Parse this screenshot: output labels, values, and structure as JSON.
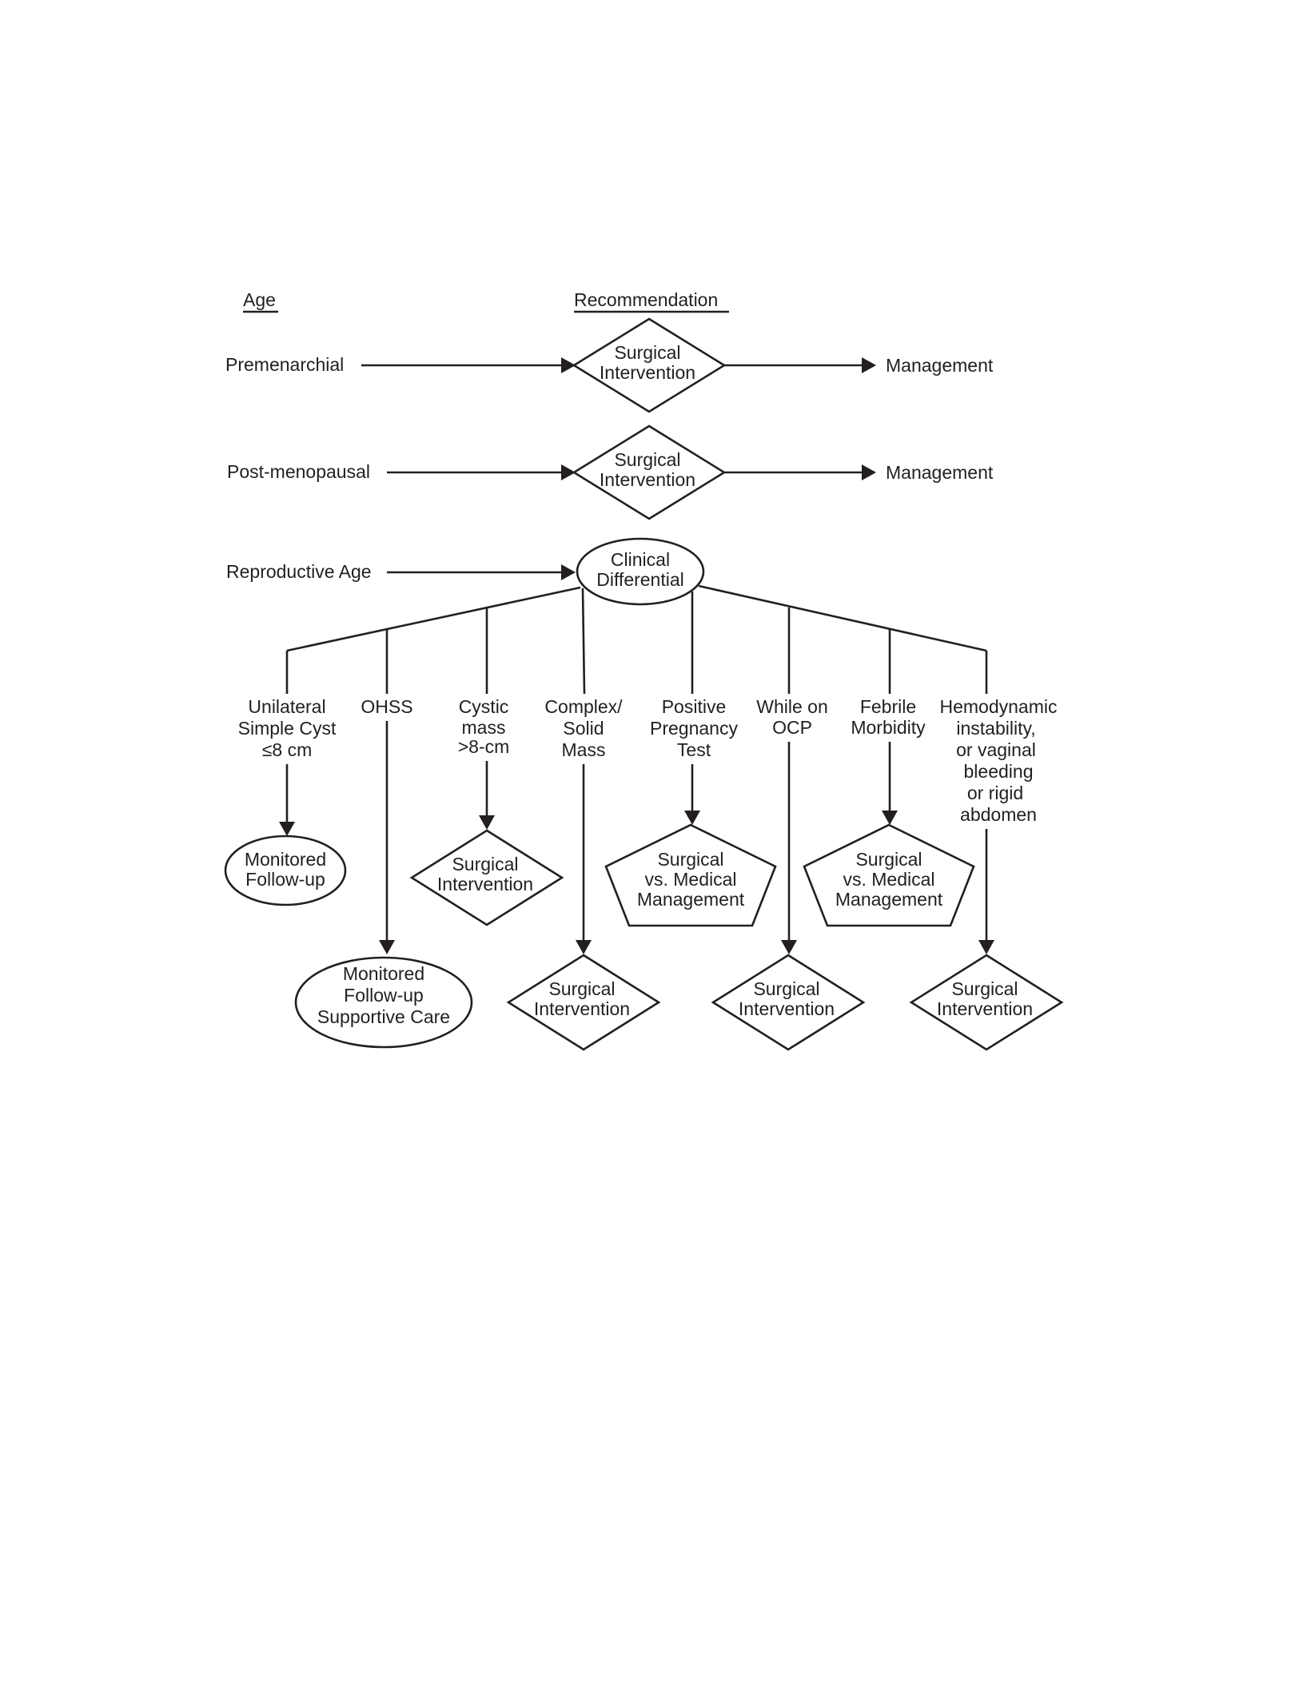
{
  "headers": {
    "age": "Age",
    "recommendation": "Recommendation"
  },
  "rows": [
    {
      "age_label": "Premenarchial",
      "recommendation": [
        "Surgical",
        "Intervention"
      ],
      "outcome": "Management"
    },
    {
      "age_label": "Post-menopausal",
      "recommendation": [
        "Surgical",
        "Intervention"
      ],
      "outcome": "Management"
    },
    {
      "age_label": "Reproductive Age",
      "recommendation": [
        "Clinical",
        "Differential"
      ]
    }
  ],
  "branches": [
    {
      "condition": [
        "Unilateral",
        "Simple Cyst",
        "≤8 cm"
      ],
      "result": [
        "Monitored",
        "Follow-up"
      ],
      "result_shape": "ellipse"
    },
    {
      "condition": [
        "OHSS"
      ],
      "result": [
        "Monitored",
        "Follow-up",
        "Supportive Care"
      ],
      "result_shape": "ellipse"
    },
    {
      "condition": [
        "Cystic",
        "mass",
        ">8-cm"
      ],
      "result": [
        "Surgical",
        "Intervention"
      ],
      "result_shape": "diamond"
    },
    {
      "condition": [
        "Complex/",
        "Solid",
        "Mass"
      ],
      "result": [
        "Surgical",
        "Intervention"
      ],
      "result_shape": "diamond"
    },
    {
      "condition": [
        "Positive",
        "Pregnancy",
        "Test"
      ],
      "result": [
        "Surgical",
        "vs. Medical",
        "Management"
      ],
      "result_shape": "pentagon"
    },
    {
      "condition": [
        "While on",
        "OCP"
      ],
      "result": [
        "Surgical",
        "Intervention"
      ],
      "result_shape": "diamond"
    },
    {
      "condition": [
        "Febrile",
        "Morbidity"
      ],
      "result": [
        "Surgical",
        "vs. Medical",
        "Management"
      ],
      "result_shape": "pentagon"
    },
    {
      "condition": [
        "Hemodynamic",
        "instability,",
        "or vaginal",
        "bleeding",
        "or rigid",
        "abdomen"
      ],
      "result": [
        "Surgical",
        "Intervention"
      ],
      "result_shape": "diamond"
    }
  ]
}
